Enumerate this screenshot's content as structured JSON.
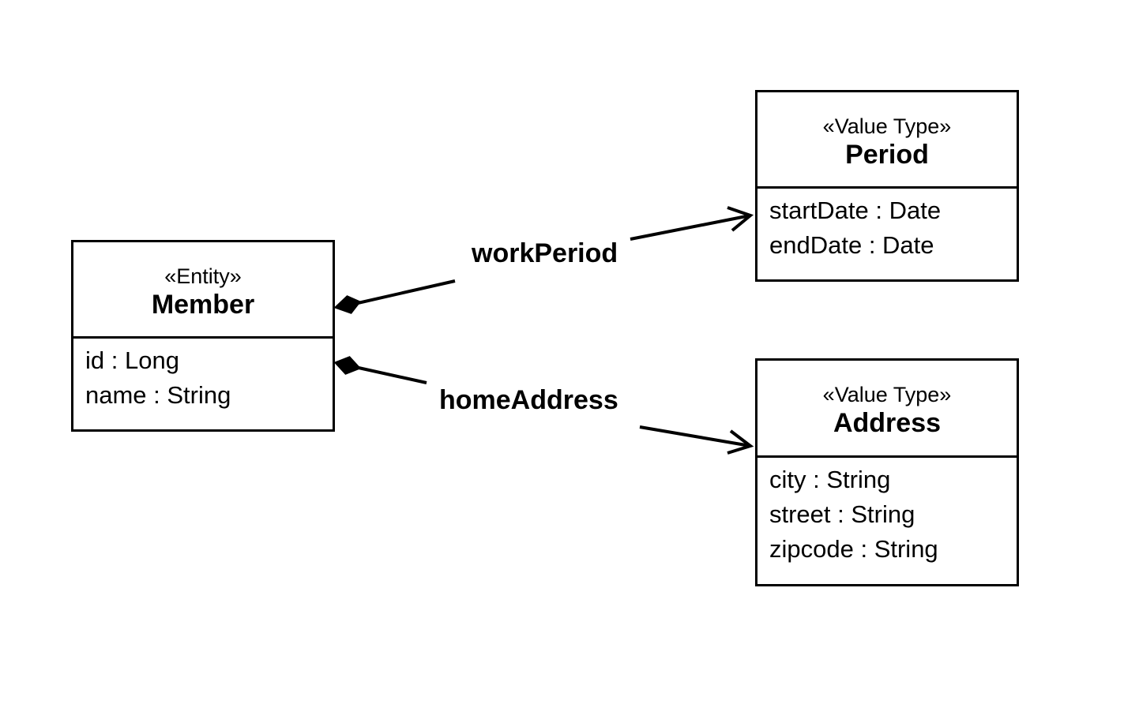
{
  "diagram": {
    "kind": "uml-class-diagram",
    "colors": {
      "stroke": "#000000",
      "fill": "#ffffff",
      "text": "#000000",
      "background": "#ffffff"
    },
    "classes": [
      {
        "stereotype": "«Entity»",
        "name": "Member",
        "attributes": [
          "id : Long",
          "name : String"
        ]
      },
      {
        "stereotype": "«Value Type»",
        "name": "Period",
        "attributes": [
          "startDate : Date",
          "endDate : Date"
        ]
      },
      {
        "stereotype": "«Value Type»",
        "name": "Address",
        "attributes": [
          "city : String",
          "street : String",
          "zipcode : String"
        ]
      }
    ],
    "relations": [
      {
        "label": "workPeriod",
        "from": "Member",
        "to": "Period",
        "type": "composition",
        "source_marker": "filled-diamond",
        "target_marker": "open-arrowhead"
      },
      {
        "label": "homeAddress",
        "from": "Member",
        "to": "Address",
        "type": "composition",
        "source_marker": "filled-diamond",
        "target_marker": "open-arrowhead"
      }
    ]
  }
}
